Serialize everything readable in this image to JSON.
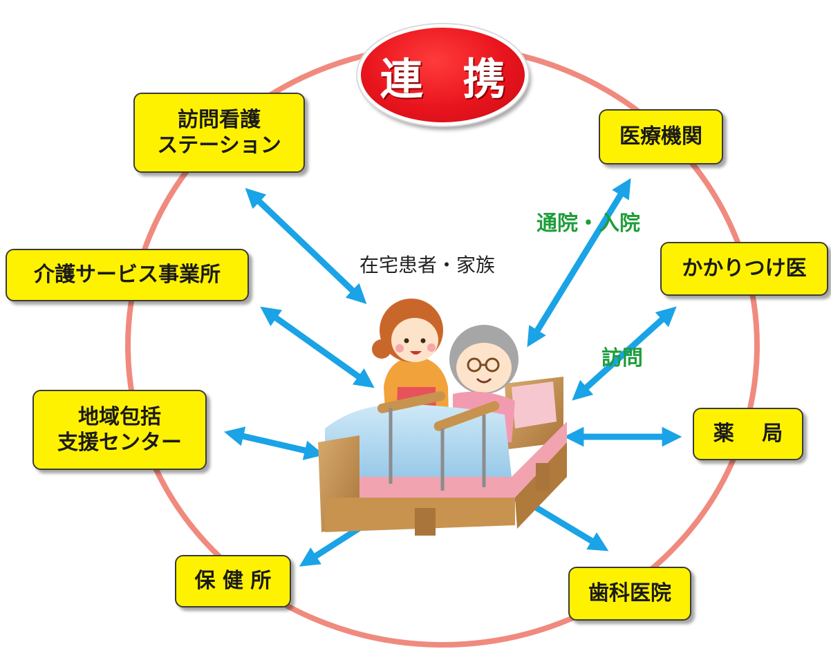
{
  "title": "連 携",
  "center_caption": "在宅患者・家族",
  "nodes": {
    "visiting_nursing": {
      "line1": "訪問看護",
      "line2": "ステーション"
    },
    "care_services": {
      "line1": "介護サービス事業所"
    },
    "community_support": {
      "line1": "地域包括",
      "line2": "支援センター"
    },
    "health_center": {
      "line1": "保 健 所"
    },
    "medical_institution": {
      "line1": "医療機関"
    },
    "family_doctor": {
      "line1": "かかりつけ医"
    },
    "pharmacy": {
      "line1": "薬　 局"
    },
    "dental_clinic": {
      "line1": "歯科医院"
    }
  },
  "edge_labels": {
    "hospital_visit": "通院・入院",
    "home_visit": "訪問"
  },
  "colors": {
    "circle": "#f08a7e",
    "arrow": "#1aa3e6",
    "box_fill": "#fff200",
    "edge_label": "#1e9e3a",
    "title_fill": "#e8141d"
  },
  "icons": {
    "center_illustration": "caregiver-with-elderly-patient-in-bed-illustration"
  }
}
